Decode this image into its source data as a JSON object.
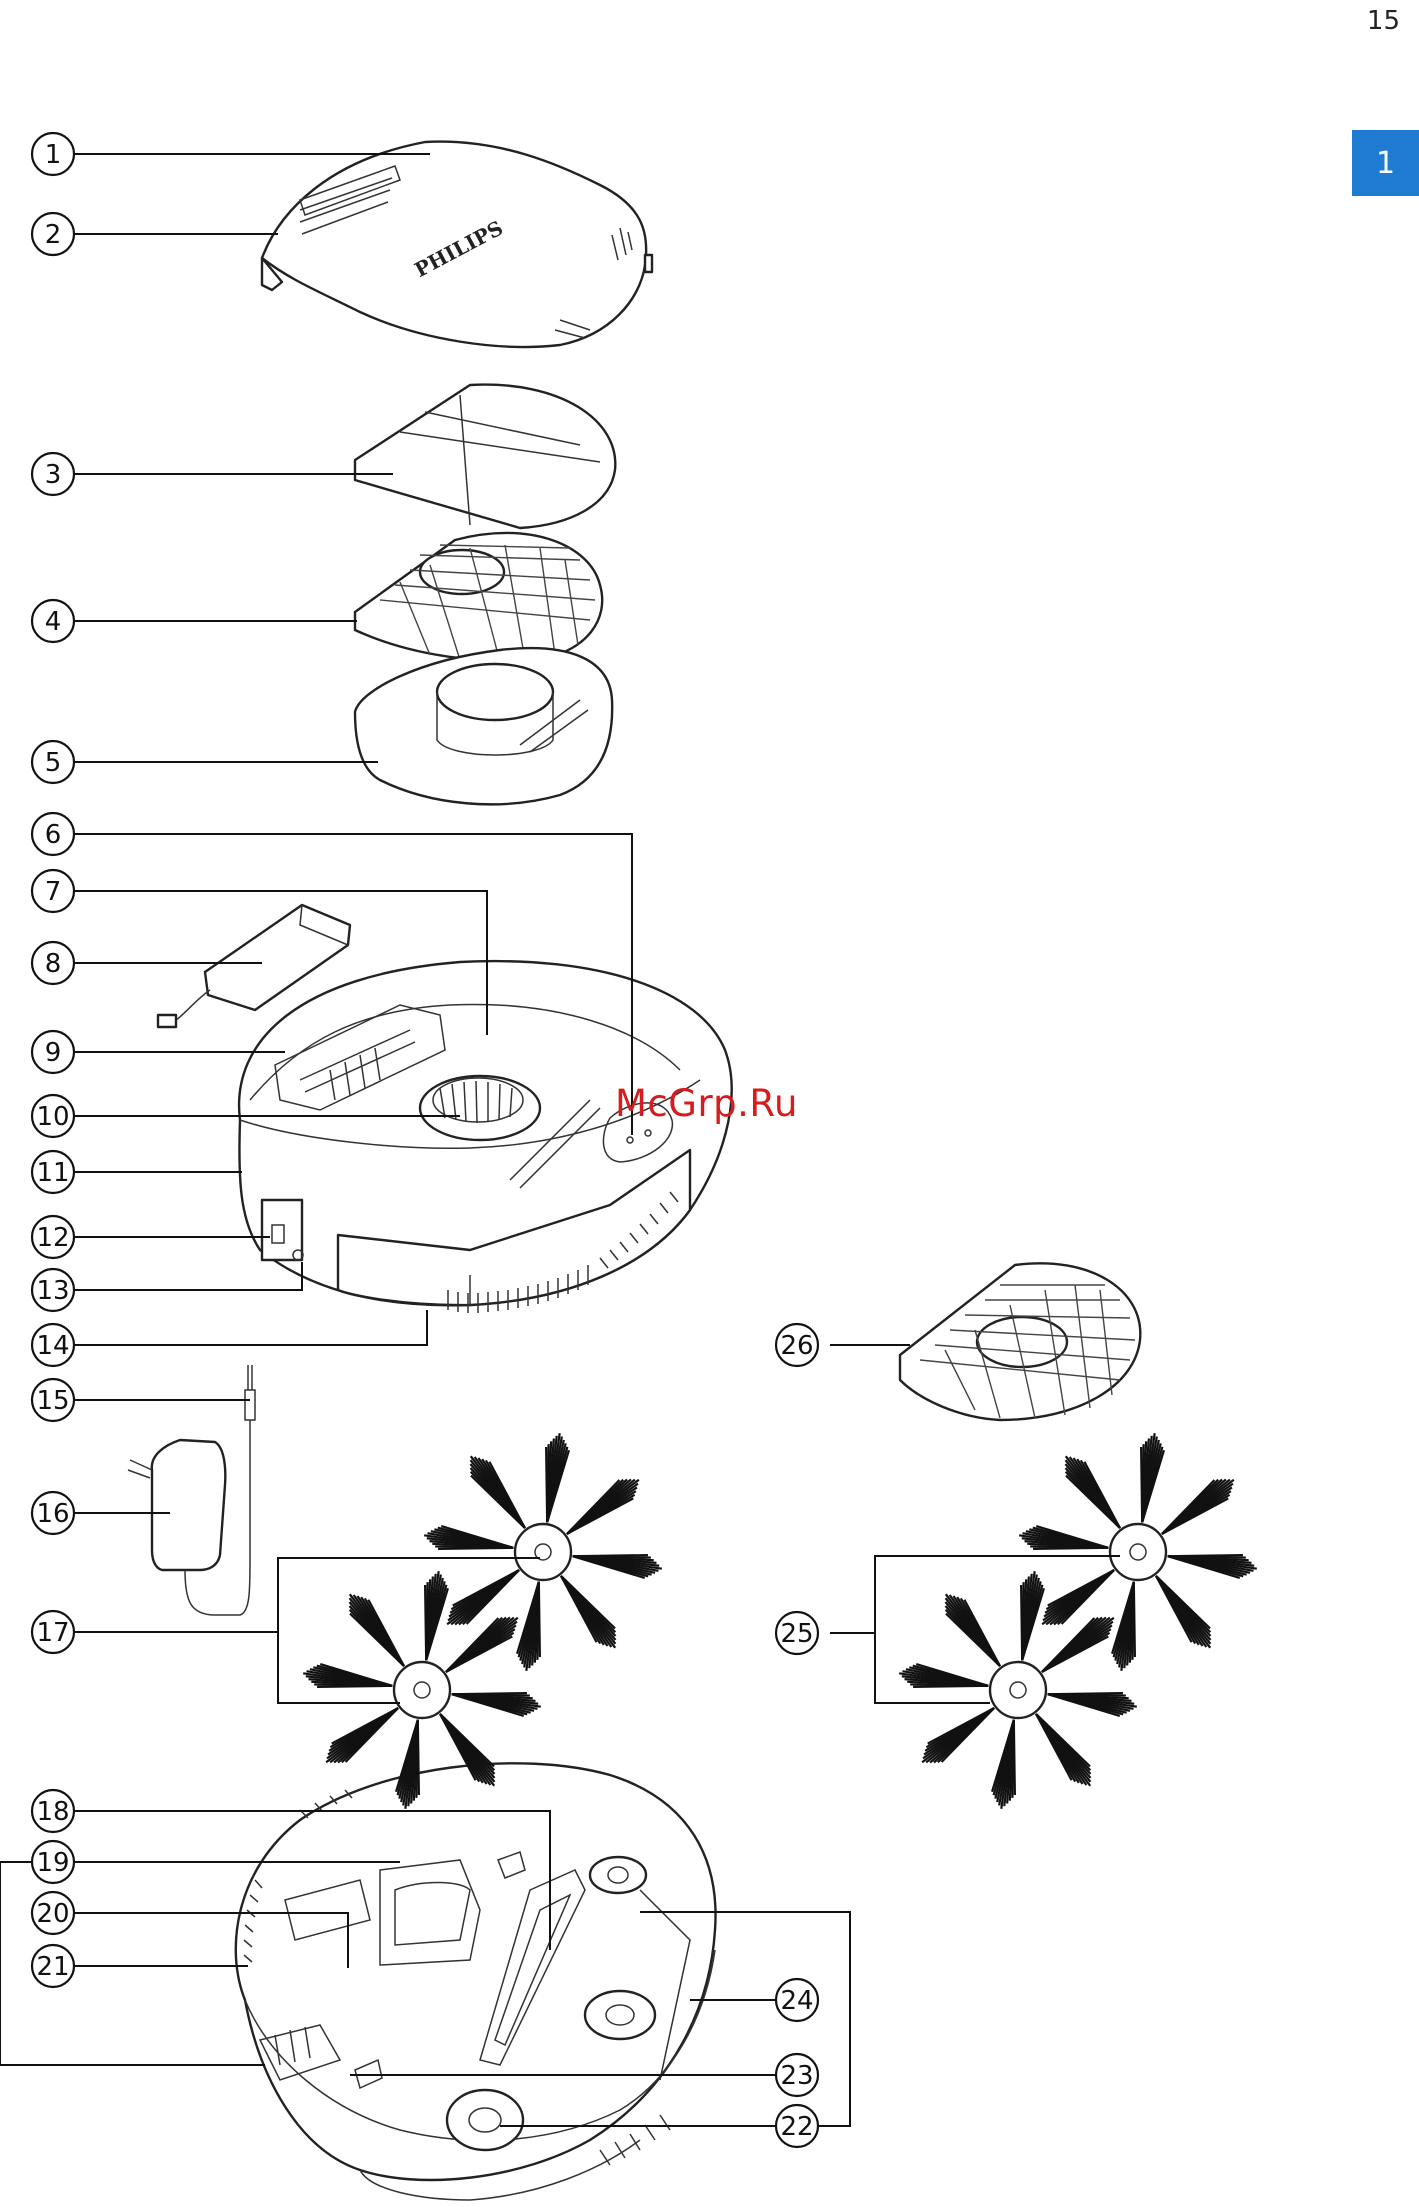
{
  "page_number": "15",
  "section_tab": "1",
  "watermark": "McGrp.Ru",
  "brand_logo": "PHILIPS",
  "callouts": [
    "1",
    "2",
    "3",
    "4",
    "5",
    "6",
    "7",
    "8",
    "9",
    "10",
    "11",
    "12",
    "13",
    "14",
    "15",
    "16",
    "17",
    "18",
    "19",
    "20",
    "21",
    "22",
    "23",
    "24",
    "25",
    "26"
  ]
}
